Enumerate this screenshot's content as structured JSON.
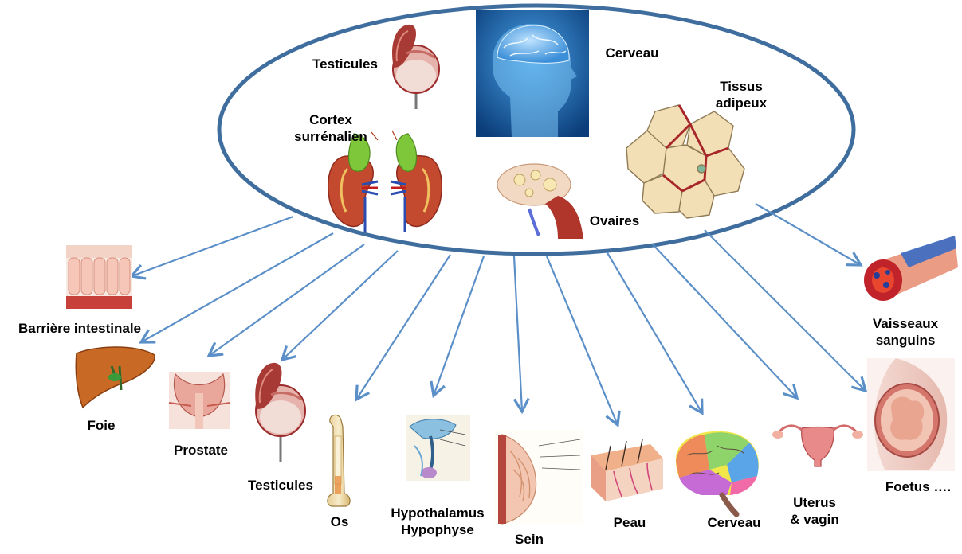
{
  "colors": {
    "ellipse": "#3f6e9e",
    "arrow": "#5b8fc8",
    "skin": "#f6c8a4",
    "organ_red": "#b0352b",
    "brain_blue": "#1f6db5",
    "fat": "#f3dfb5"
  },
  "sources": {
    "testicules": "Testicules",
    "cerveau": "Cerveau",
    "cortex": "Cortex\nsurrénalien",
    "adipeux": "Tissus\nadipeux",
    "ovaires": "Ovaires"
  },
  "targets": {
    "barriere": "Barrière intestinale",
    "foie": "Foie",
    "prostate": "Prostate",
    "testicules": "Testicules",
    "os": "Os",
    "hypothalamus": "Hypothalamus\nHypophyse",
    "sein": "Sein",
    "peau": "Peau",
    "cerveau": "Cerveau",
    "uterus": "Uterus\n& vagin",
    "vaisseaux": "Vaisseaux\nsanguins",
    "foetus": "Foetus …."
  },
  "icons": {
    "testicle": "testicle-icon",
    "brain_head": "brain-head-icon",
    "adrenal": "adrenal-kidney-icon",
    "fat": "adipose-tissue-icon",
    "ovary": "ovary-icon",
    "intestine": "intestinal-barrier-icon",
    "liver": "liver-icon",
    "prostate": "prostate-icon",
    "bone": "bone-icon",
    "hypothalamus": "hypothalamus-icon",
    "breast": "breast-icon",
    "skin": "skin-icon",
    "brain": "brain-icon",
    "uterus": "uterus-icon",
    "vessel": "blood-vessel-icon",
    "fetus": "fetus-icon"
  }
}
